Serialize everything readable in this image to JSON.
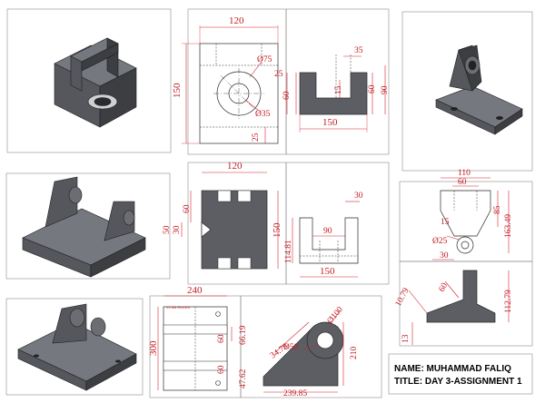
{
  "title_block": {
    "name_line": "NAME: MUHAMMAD FALIQ",
    "title_line": "TITLE: DAY 3-ASSIGNMENT 1"
  },
  "drawing1": {
    "top_width": "120",
    "top_height": "150",
    "hole_outer": "Ø75",
    "hole_inner": "Ø35",
    "top_small": "25",
    "front_left": "25",
    "front_35": "35",
    "front_15": "15",
    "front_60": "60",
    "front_60b": "60",
    "front_90": "90",
    "front_150": "150"
  },
  "drawing2": {
    "top_width": "120",
    "left_60": "60",
    "left_50": "50",
    "left_30": "30",
    "right_150": "150",
    "front_114": "114.81",
    "front_90": "90",
    "front_30": "30",
    "front_150": "150"
  },
  "drawing3": {
    "top_110": "110",
    "top_60": "60",
    "top_85": "85",
    "top_163": "163.49",
    "top_15": "15",
    "top_25": "Ø25",
    "top_30": "30",
    "side_10": "10.79",
    "side_60": "60",
    "side_112": "112.79",
    "side_13": "13"
  },
  "drawing4": {
    "top_240": "240",
    "holes_note": "2X Ø6 HOLES",
    "left_300": "300",
    "mid_60a": "60",
    "mid_66": "66.19",
    "mid_60b": "60",
    "mid_47": "47.62",
    "front_100": "Ø100",
    "front_34": "34.78",
    "front_50": "Ø50",
    "front_210": "210",
    "front_239": "239.85"
  }
}
